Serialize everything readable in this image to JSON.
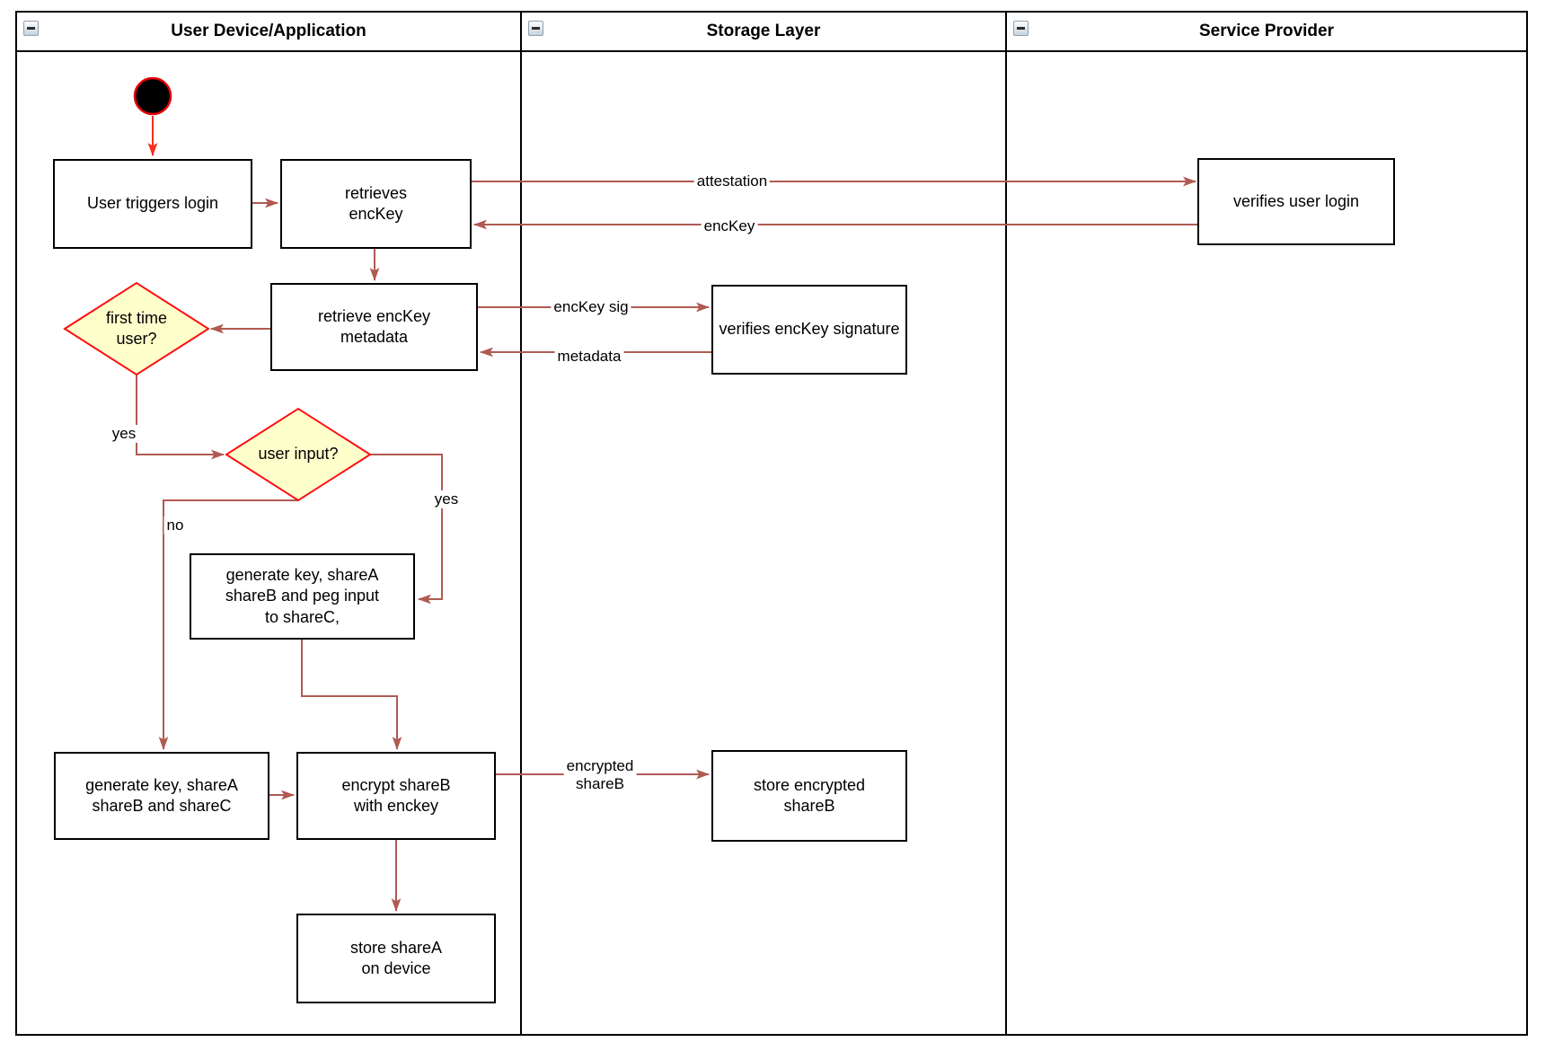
{
  "diagram": {
    "lanes": [
      {
        "title": "User Device/Application"
      },
      {
        "title": "Storage Layer"
      },
      {
        "title": "Service Provider"
      }
    ],
    "nodes": {
      "user_triggers_login": {
        "label": "User triggers login"
      },
      "retrieves_enckey": {
        "label": "retrieves\nencKey"
      },
      "verifies_user_login": {
        "label": "verifies user login"
      },
      "retrieve_enckey_metadata": {
        "label": "retrieve encKey\nmetadata"
      },
      "verifies_enckey_signature": {
        "label": "verifies encKey signature"
      },
      "first_time_user": {
        "label": "first time\nuser?"
      },
      "user_input": {
        "label": "user input?"
      },
      "generate_peg": {
        "label": "generate key, shareA\nshareB and peg input\nto shareC,"
      },
      "generate_abc": {
        "label": "generate key, shareA\nshareB and shareC"
      },
      "encrypt_shareb": {
        "label": "encrypt shareB\nwith enckey"
      },
      "store_encrypted_shareb": {
        "label": "store encrypted\nshareB"
      },
      "store_sharea": {
        "label": "store shareA\non device"
      }
    },
    "edge_labels": {
      "attestation": "attestation",
      "enckey": "encKey",
      "enckey_sig": "encKey sig",
      "metadata": "metadata",
      "yes_first_time": "yes",
      "no_user_input": "no",
      "yes_user_input": "yes",
      "encrypted_shareb": "encrypted\nshareB"
    },
    "colors": {
      "edge": "#b05a52",
      "start_edge": "#fa2d1e",
      "frame": "#000000",
      "decision_fill": "#ffffcc",
      "decision_stroke": "#ff0f0f",
      "start_fill": "#000000",
      "start_stroke": "#e60000"
    }
  }
}
